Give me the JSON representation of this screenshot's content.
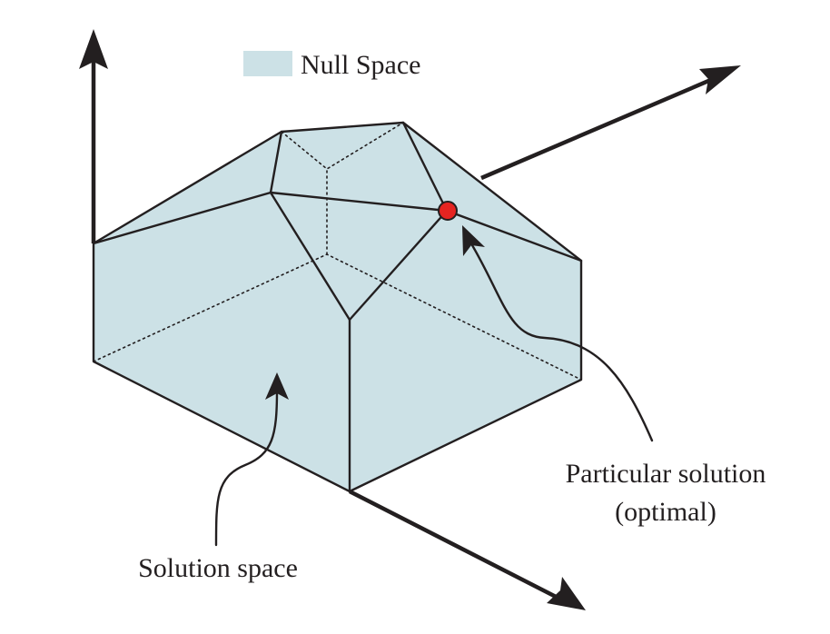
{
  "legend": {
    "label": "Null Space",
    "swatch_color": "#cce1e6"
  },
  "annotations": {
    "particular_line1": "Particular solution",
    "particular_line2": "(optimal)",
    "solution_space": "Solution space"
  },
  "colors": {
    "region_fill": "#cce1e6",
    "line": "#231f20",
    "optimal_point": "#e52421"
  },
  "icons": {
    "axes": "arrow-icon",
    "optimal_point": "red-dot-icon"
  }
}
